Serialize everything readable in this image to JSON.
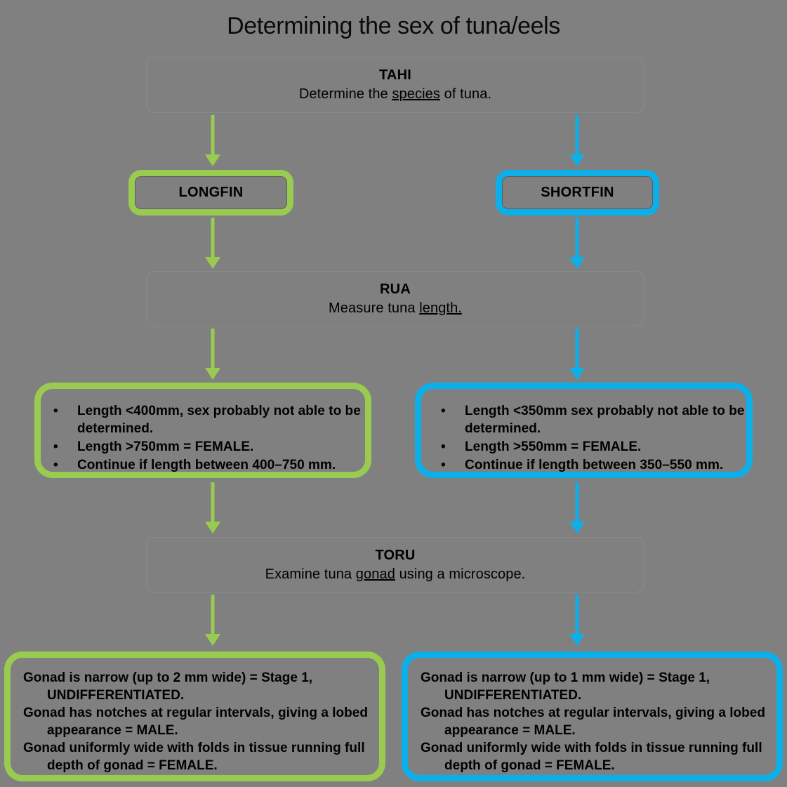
{
  "title": "Determining the sex of tuna/eels",
  "colors": {
    "background": "#808080",
    "longfin_green": "#9ACB51",
    "shortfin_blue": "#0CAFE8",
    "text": "#000000"
  },
  "steps": {
    "tahi": {
      "name": "TAHI",
      "desc_before": "Determine the ",
      "desc_underlined": "species",
      "desc_after": " of tuna."
    },
    "rua": {
      "name": "RUA",
      "desc_before": "Measure tuna ",
      "desc_underlined": "length.",
      "desc_after": ""
    },
    "toru": {
      "name": "TORU",
      "desc_before": "Examine tuna ",
      "desc_underlined": "gonad",
      "desc_after": " using a microscope."
    }
  },
  "species": {
    "longfin": {
      "label": "LONGFIN"
    },
    "shortfin": {
      "label": "SHORTFIN"
    }
  },
  "length_rules": {
    "longfin": {
      "bullet_glyph": "•",
      "items": [
        "Length <400mm, sex probably not able to be determined.",
        "Length >750mm = FEMALE.",
        "Continue if length between 400–750 mm."
      ]
    },
    "shortfin": {
      "bullet_glyph": "•",
      "items": [
        "Length <350mm sex probably not able to be determined.",
        "Length >550mm = FEMALE.",
        "Continue if length between 350–550 mm."
      ]
    }
  },
  "gonad_results": {
    "longfin": {
      "lines": [
        "Gonad is narrow (up to 2 mm wide) = Stage 1, UNDIFFERENTIATED.",
        "Gonad has notches at regular intervals, giving a lobed appearance = MALE.",
        "Gonad uniformly wide with folds in tissue running full depth of gonad = FEMALE."
      ]
    },
    "shortfin": {
      "lines": [
        "Gonad is narrow (up to 1 mm wide) = Stage 1, UNDIFFERENTIATED.",
        "Gonad has notches at regular intervals, giving a lobed appearance = MALE.",
        "Gonad uniformly wide with folds in tissue running full depth of gonad = FEMALE."
      ]
    }
  },
  "arrows": [
    {
      "name": "tahi-to-longfin",
      "color": "green"
    },
    {
      "name": "tahi-to-shortfin",
      "color": "blue"
    },
    {
      "name": "longfin-to-rua",
      "color": "green"
    },
    {
      "name": "shortfin-to-rua",
      "color": "blue"
    },
    {
      "name": "rua-to-longfin-lengths",
      "color": "green"
    },
    {
      "name": "rua-to-shortfin-lengths",
      "color": "blue"
    },
    {
      "name": "longfin-lengths-to-toru",
      "color": "green"
    },
    {
      "name": "shortfin-lengths-to-toru",
      "color": "blue"
    },
    {
      "name": "toru-to-longfin-gonad",
      "color": "green"
    },
    {
      "name": "toru-to-shortfin-gonad",
      "color": "blue"
    }
  ]
}
